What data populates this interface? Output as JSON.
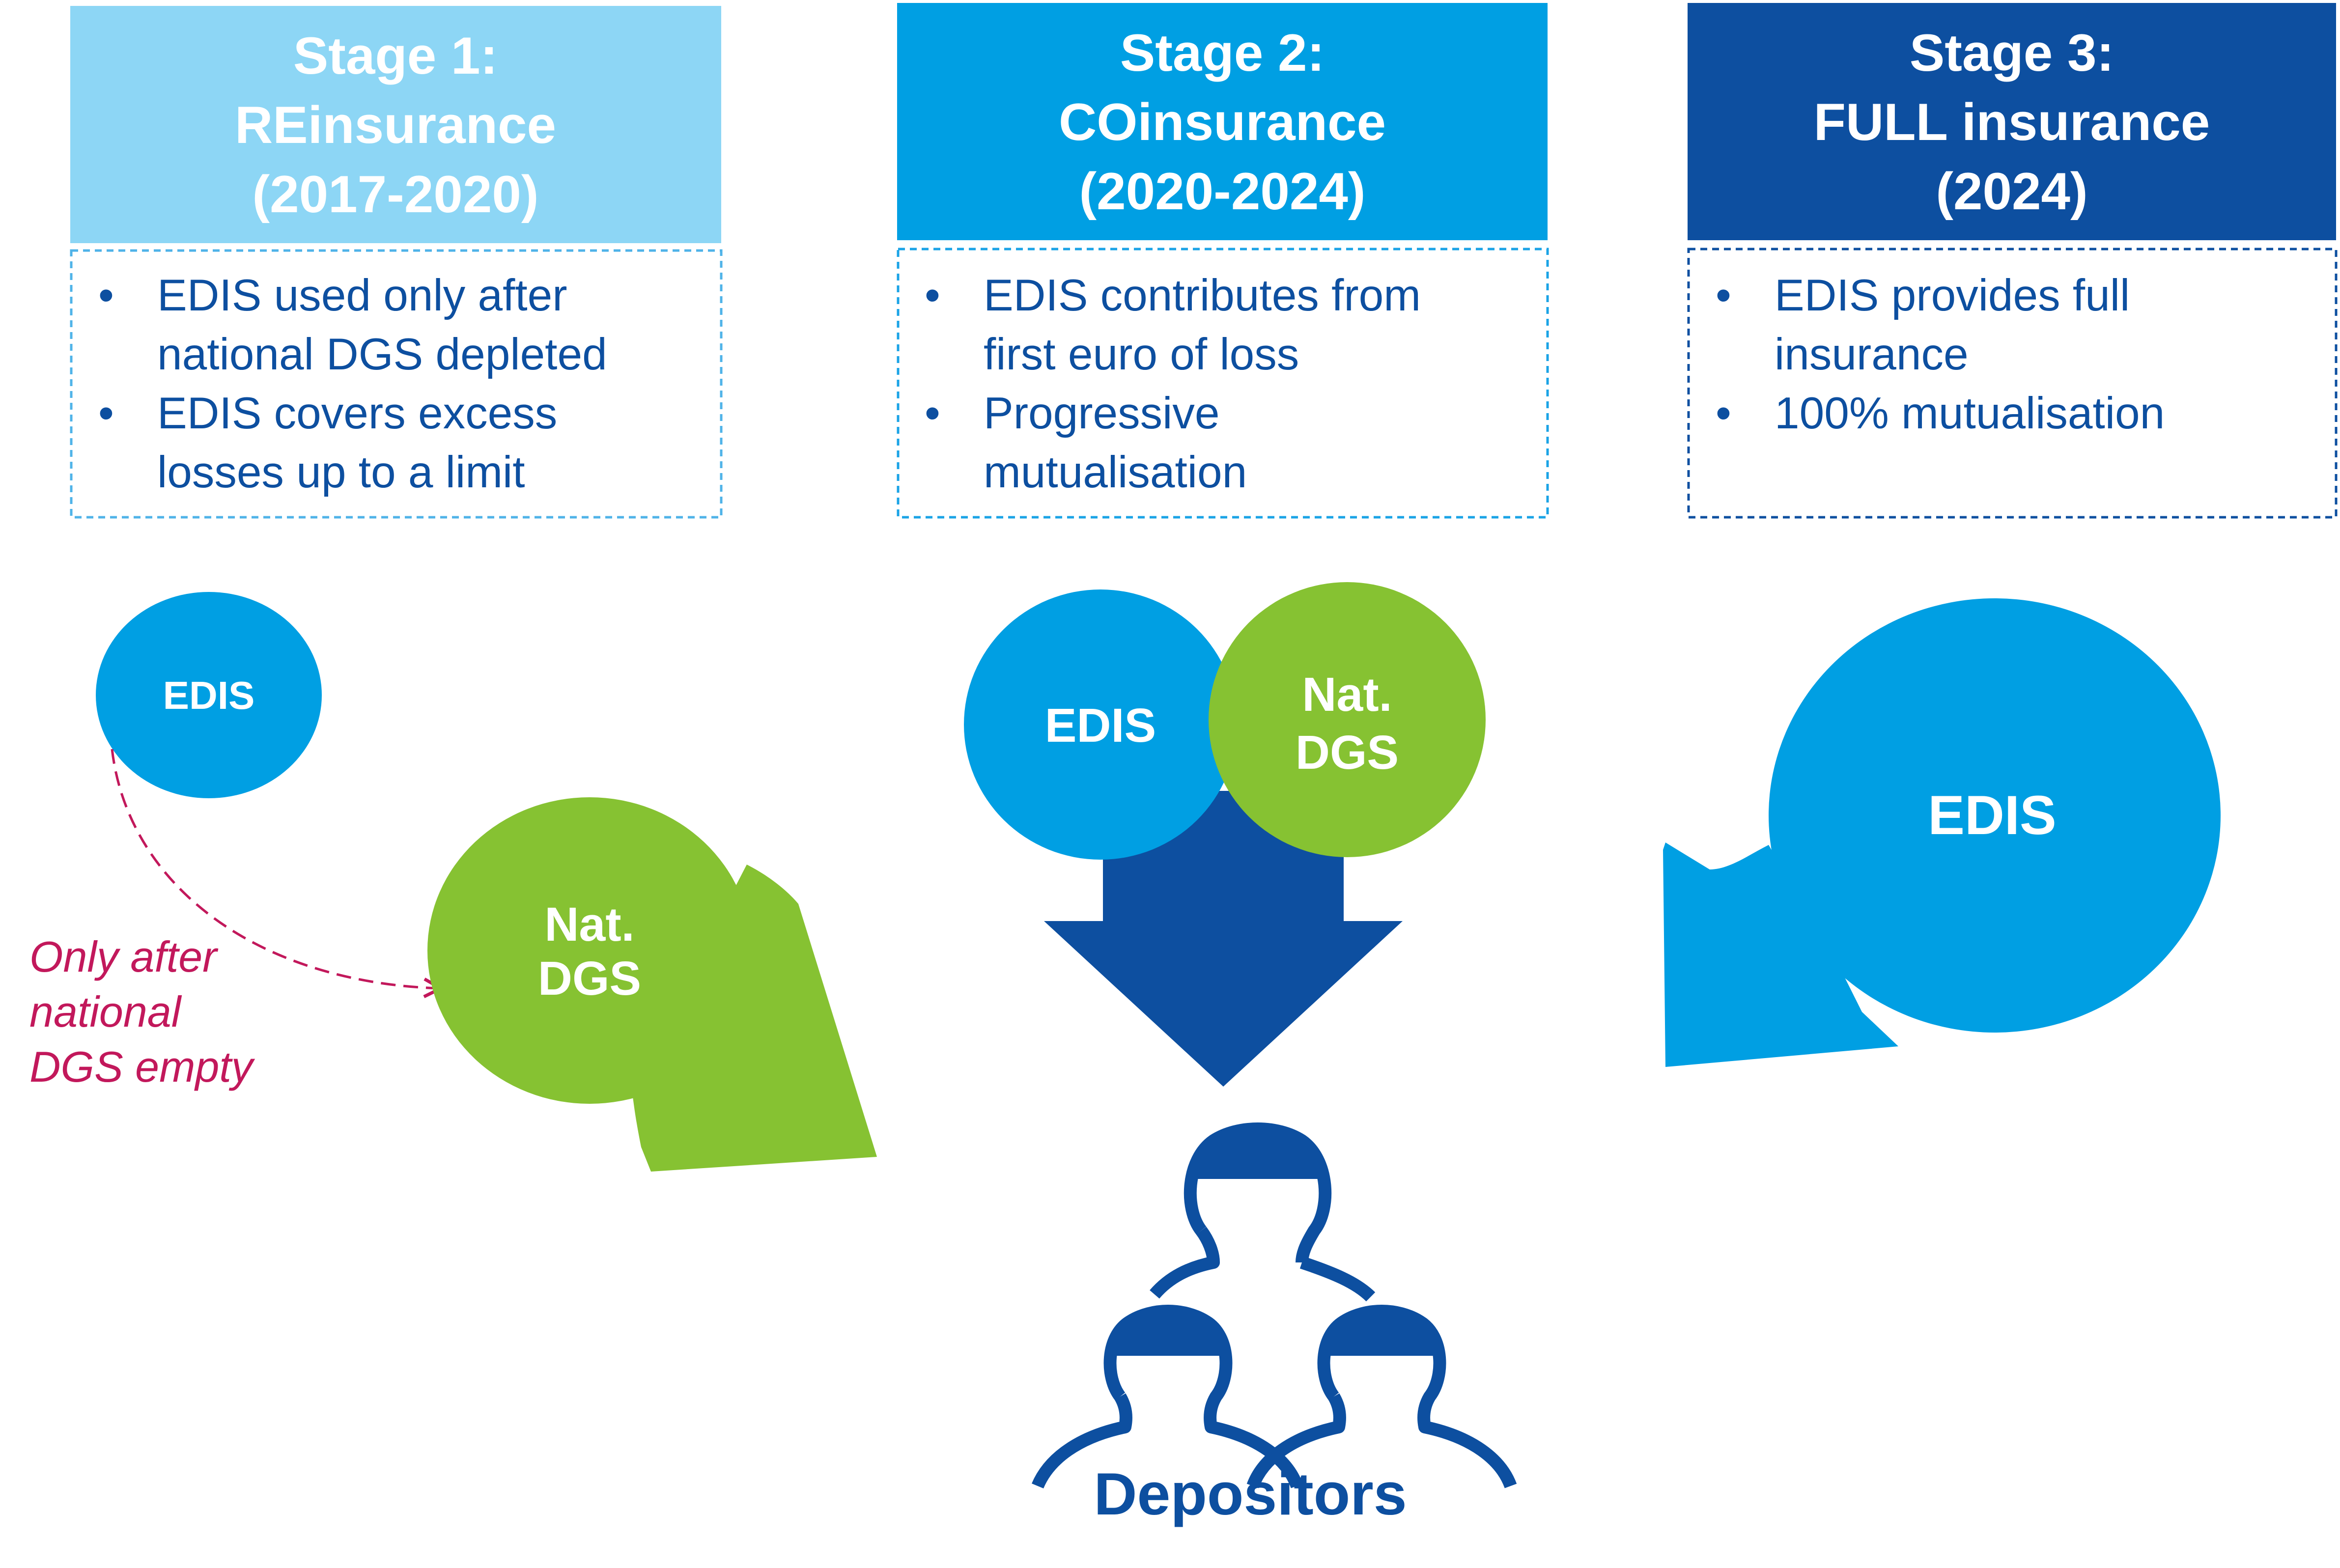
{
  "colors": {
    "stage1_header": "#8dd6f5",
    "stage2_header": "#009fe3",
    "stage3_header": "#0d4fa0",
    "edis_blue": "#009fe3",
    "dgs_green": "#86c232",
    "dark_blue": "#0d4fa0",
    "note_magenta": "#c2185b"
  },
  "stages": [
    {
      "title": [
        "Stage 1:",
        "REinsurance",
        "(2017-2020)"
      ],
      "bullets": [
        [
          "EDIS used only after",
          "national DGS depleted"
        ],
        [
          "EDIS covers excess",
          "losses up to a limit"
        ]
      ]
    },
    {
      "title": [
        "Stage 2:",
        "COinsurance",
        "(2020-2024)"
      ],
      "bullets": [
        [
          "EDIS contributes from",
          "first euro of loss"
        ],
        [
          "Progressive",
          "mutualisation"
        ]
      ]
    },
    {
      "title": [
        "Stage 3:",
        "FULL insurance",
        "(2024)"
      ],
      "bullets": [
        [
          "EDIS provides full",
          "insurance"
        ],
        [
          "100% mutualisation"
        ]
      ]
    }
  ],
  "bullet_char": "•",
  "circles": {
    "stage1_edis": "EDIS",
    "stage1_dgs": [
      "Nat.",
      "DGS"
    ],
    "stage2_edis": "EDIS",
    "stage2_dgs": [
      "Nat.",
      "DGS"
    ],
    "stage3_edis": "EDIS"
  },
  "note": [
    "Only after",
    "national",
    "DGS empty"
  ],
  "depositors_label": "Depositors",
  "icons": {
    "depositors": "people-group-icon",
    "flow_arrow": "arrow-down-icon"
  }
}
